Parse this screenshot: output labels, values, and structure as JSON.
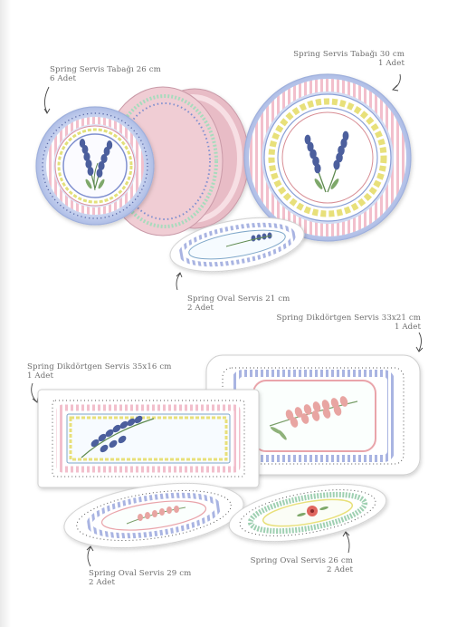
{
  "colors": {
    "label_text": "#6d6d6d",
    "plate_blue": "#b9c7ea",
    "plate_pink": "#f1c9d2",
    "lavender_flower": "#4c5f9d",
    "coral_flower": "#e8a5a2",
    "green_border": "#9fd0b2",
    "ceramic_white": "#ffffff"
  },
  "labels": [
    {
      "name": "Spring Servis Tabağı 26 cm",
      "qty": "6 Adet"
    },
    {
      "name": "Spring Servis Tabağı 30 cm",
      "qty": "1 Adet"
    },
    {
      "name": "Spring Oval Servis 21 cm",
      "qty": "2 Adet"
    },
    {
      "name": "Spring Dikdörtgen Servis 33x21 cm",
      "qty": "1 Adet"
    },
    {
      "name": "Spring Dikdörtgen Servis 35x16 cm",
      "qty": "1 Adet"
    },
    {
      "name": "Spring Oval Servis 29 cm",
      "qty": "2 Adet"
    },
    {
      "name": "Spring Oval Servis 26 cm",
      "qty": "2 Adet"
    }
  ]
}
